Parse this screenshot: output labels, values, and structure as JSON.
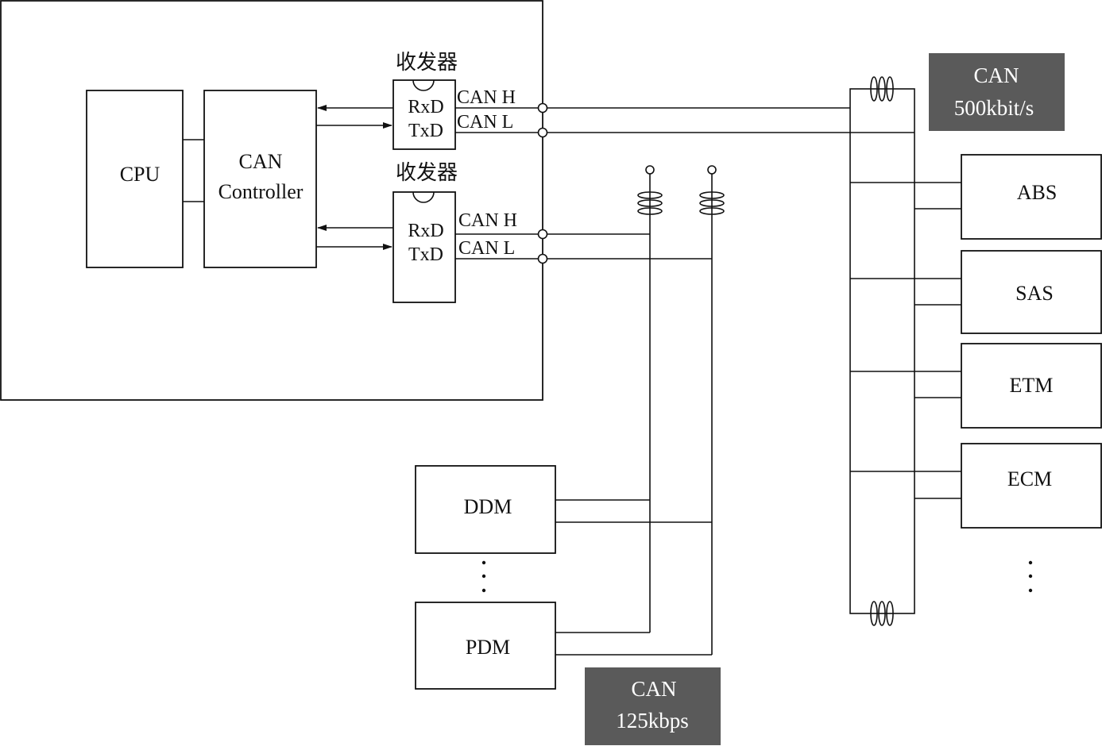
{
  "ecu": {
    "cpu_label": "CPU",
    "controller_label_line1": "CAN",
    "controller_label_line2": "Controller",
    "transceiver_label": "收发器",
    "rxd": "RxD",
    "txd": "TxD",
    "can_h": "CAN H",
    "can_l": "CAN L"
  },
  "high_speed_bus": {
    "tag_line1": "CAN",
    "tag_line2": "500kbit/s",
    "nodes": [
      "ABS",
      "SAS",
      "ETM",
      "ECM"
    ],
    "more": "⋮"
  },
  "low_speed_bus": {
    "tag_line1": "CAN",
    "tag_line2": "125kbps",
    "nodes": [
      "DDM",
      "PDM"
    ],
    "more": "⋮"
  }
}
